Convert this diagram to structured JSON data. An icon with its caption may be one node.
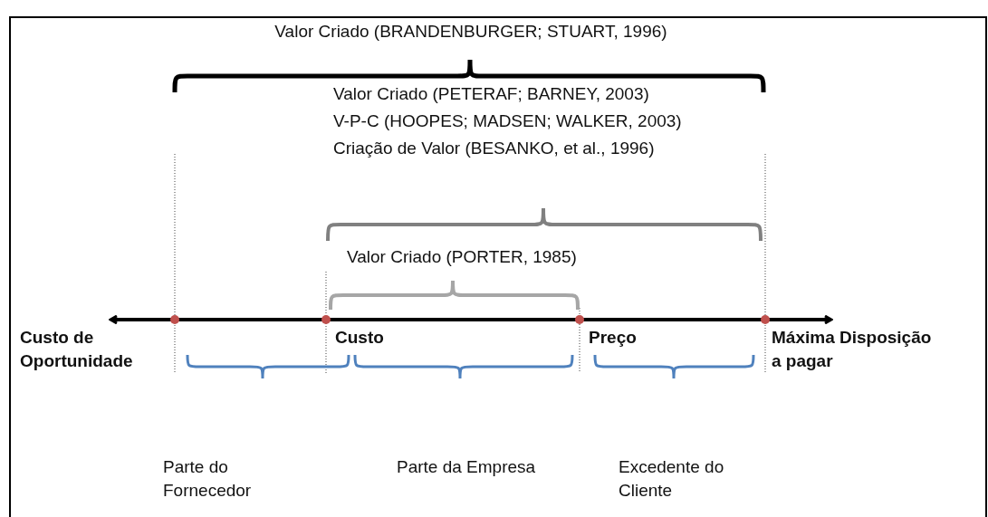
{
  "diagram": {
    "labels": [
      "Valor Criado (BRANDENBURGER;  STUART, 1996)",
      "Valor Criado (PETERAF; BARNEY, 2003)",
      "V-P-C (HOOPES; MADSEN; WALKER, 2003)",
      "Criação de Valor (BESANKO, et al., 1996)",
      "Valor Criado (PORTER, 1985)",
      "Custo de Oportunidade",
      "Custo",
      "Preço",
      "Máxima Disposição a pagar",
      "Parte do Fornecedor",
      "Parte da Empresa",
      "Excedente do Cliente"
    ]
  }
}
